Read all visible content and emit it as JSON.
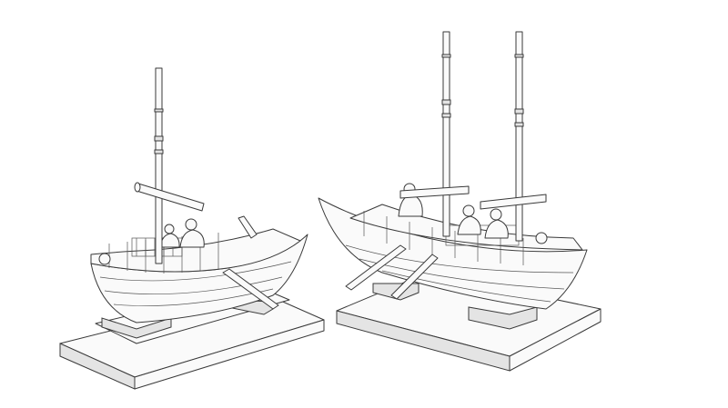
{
  "scene": {
    "background": "#ffffff",
    "line_color": "#3a3a3a",
    "models": [
      {
        "name": "single-mast-ship-model",
        "masts": 1
      },
      {
        "name": "twin-mast-ship-model",
        "masts": 2
      }
    ]
  }
}
